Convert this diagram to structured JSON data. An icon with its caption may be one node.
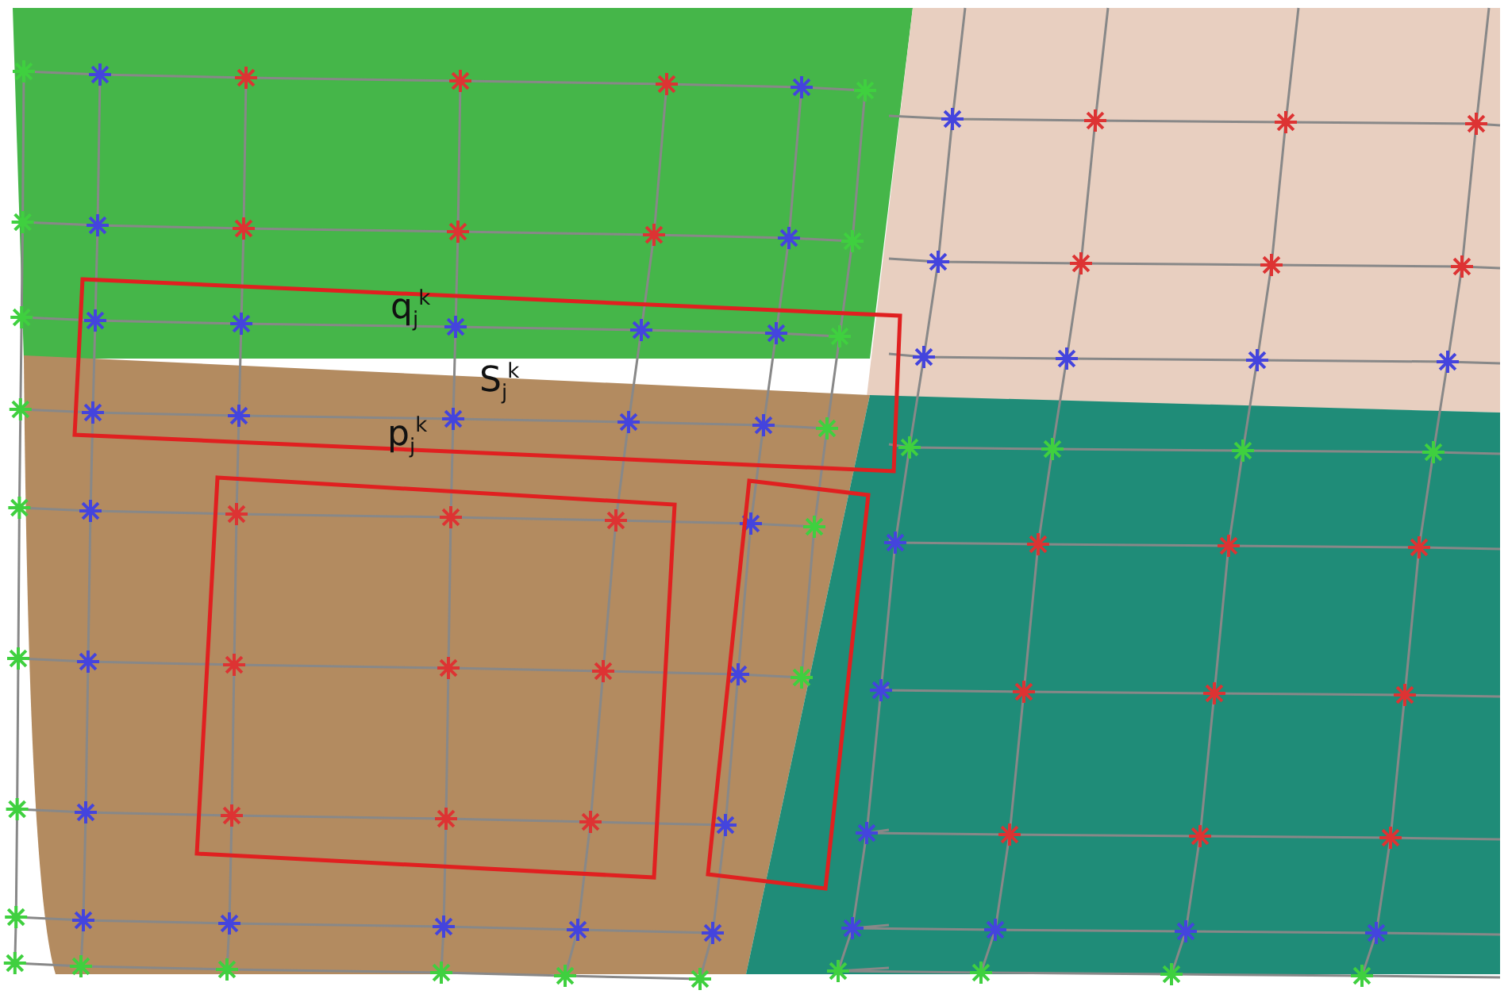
{
  "diagram": {
    "labels": [
      "q$_{j}$$^{k}$",
      "S$_{j}$$^{k}$",
      "p$_{j}$$^{k}$"
    ]
  }
}
